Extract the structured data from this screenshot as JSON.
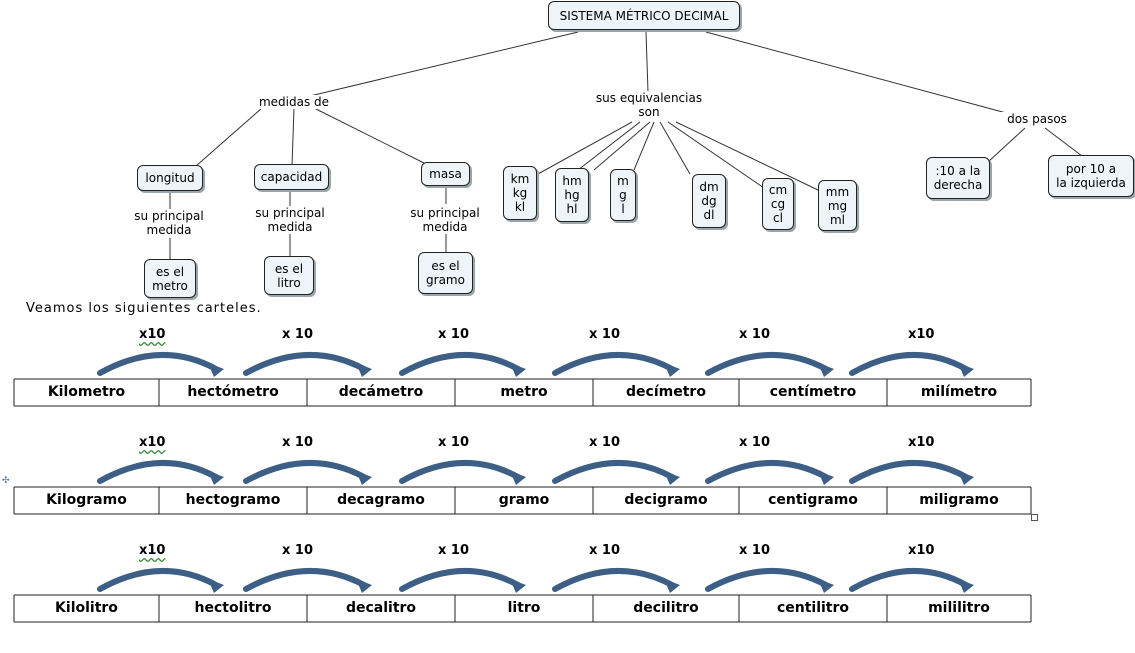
{
  "root": "SISTEMA MÉTRICO DECIMAL",
  "link_labels": {
    "medidas": "medidas de",
    "equivalencias": "sus equivalencias\nson",
    "pasos": "dos pasos"
  },
  "magnitudes": [
    {
      "name": "longitud",
      "link": "su principal\nmedida",
      "result": "es el\nmetro"
    },
    {
      "name": "capacidad",
      "link": "su principal\nmedida",
      "result": "es el\nlitro"
    },
    {
      "name": "masa",
      "link": "su principal\nmedida",
      "result": "es el\ngramo"
    }
  ],
  "equivalencias": [
    "km\nkg\nkl",
    "hm\nhg\nhl",
    "m\ng\nl",
    "dm\ndg\ndl",
    "cm\ncg\ncl",
    "mm\nmg\nml"
  ],
  "pasos": [
    ":10 a la\nderecha",
    "por 10 a\nla izquierda"
  ],
  "intro": "Veamos los siguientes carteles.",
  "multipliers": [
    "x10",
    "x 10",
    "x 10",
    "x 10",
    "x 10",
    "x10"
  ],
  "tables": [
    {
      "units": [
        "Kilometro",
        "hectómetro",
        "decámetro",
        "metro",
        "decímetro",
        "centímetro",
        "milímetro"
      ]
    },
    {
      "units": [
        "Kilogramo",
        "hectogramo",
        "decagramo",
        "gramo",
        "decigramo",
        "centigramo",
        "miligramo"
      ]
    },
    {
      "units": [
        "Kilolitro",
        "hectolitro",
        "decalitro",
        "litro",
        "decilitro",
        "centilitro",
        "mililitro"
      ]
    }
  ],
  "colors": {
    "node_fill": "#eef4f7",
    "arrow": "#3d5f86"
  }
}
